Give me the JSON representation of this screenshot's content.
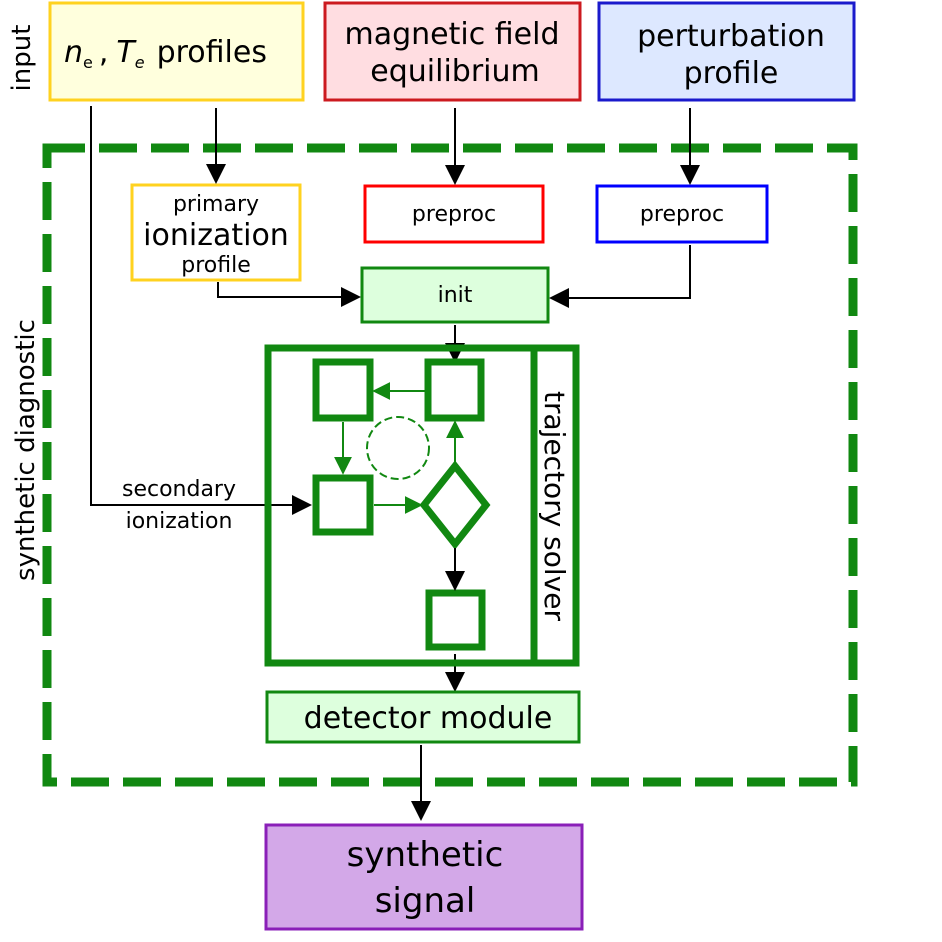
{
  "labels": {
    "input": "input",
    "synthetic_diagnostic": "synthetic diagnostic",
    "ne": "n",
    "ne_sub": "e",
    "comma": ",",
    "te": "T",
    "te_sub": "e",
    "profiles": "profiles",
    "magnetic_line1": "magnetic field",
    "magnetic_line2": "equilibrium",
    "perturbation_line1": "perturbation",
    "perturbation_line2": "profile",
    "primary_line1": "primary",
    "primary_line2": "ionization",
    "primary_line3": "profile",
    "preproc_red": "preproc",
    "preproc_blue": "preproc",
    "init": "init",
    "secondary_line1": "secondary",
    "secondary_line2": "ionization",
    "trajectory_solver": "trajectory solver",
    "detector_module": "detector module",
    "synthetic_line1": "synthetic",
    "synthetic_line2": "signal"
  },
  "colors": {
    "yellow_fill": "#ffffdd",
    "yellow_stroke": "#ffd21f",
    "red_fill": "#ffdde1",
    "red_stroke": "#cc1a1f",
    "red_bright": "#ff0000",
    "blue_fill": "#dde8ff",
    "blue_stroke": "#1a1acc",
    "blue_bright": "#0000ff",
    "green": "#118811",
    "green_fill": "#ddffdd",
    "purple_fill": "#d3a8e8",
    "purple_stroke": "#8a1fb8",
    "black": "#000000"
  }
}
